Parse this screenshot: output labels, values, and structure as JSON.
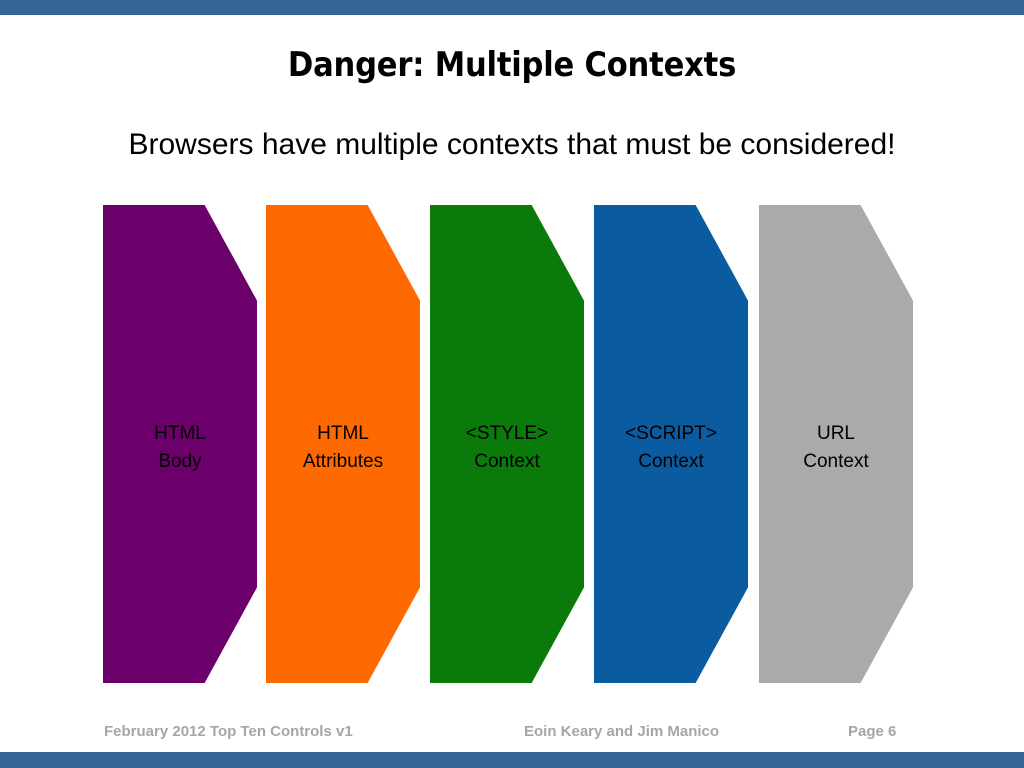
{
  "slide": {
    "title": "Danger: Multiple Contexts",
    "subtitle": "Browsers have multiple contexts that must be considered!",
    "top_bar_color": "#366695",
    "bottom_bar_color": "#366695",
    "background_color": "#ffffff"
  },
  "diagram": {
    "type": "chevron-process",
    "blocks": [
      {
        "line1": "HTML",
        "line2": "Body",
        "color": "#6B006B",
        "text_color": "#000000"
      },
      {
        "line1": "HTML",
        "line2": "Attributes",
        "color": "#FF6A00",
        "text_color": "#000000"
      },
      {
        "line1": "<STYLE>",
        "line2": "Context",
        "color": "#0A7A0A",
        "text_color": "#000000"
      },
      {
        "line1": "<SCRIPT>",
        "line2": "Context",
        "color": "#0A5BA0",
        "text_color": "#000000"
      },
      {
        "line1": "URL",
        "line2": "Context",
        "color": "#AAAAAA",
        "text_color": "#000000"
      }
    ]
  },
  "footer": {
    "left": "February 2012  Top Ten Controls v1",
    "center": "Eoin Keary and Jim Manico",
    "right": "Page 6",
    "color": "#a6a6a6"
  }
}
